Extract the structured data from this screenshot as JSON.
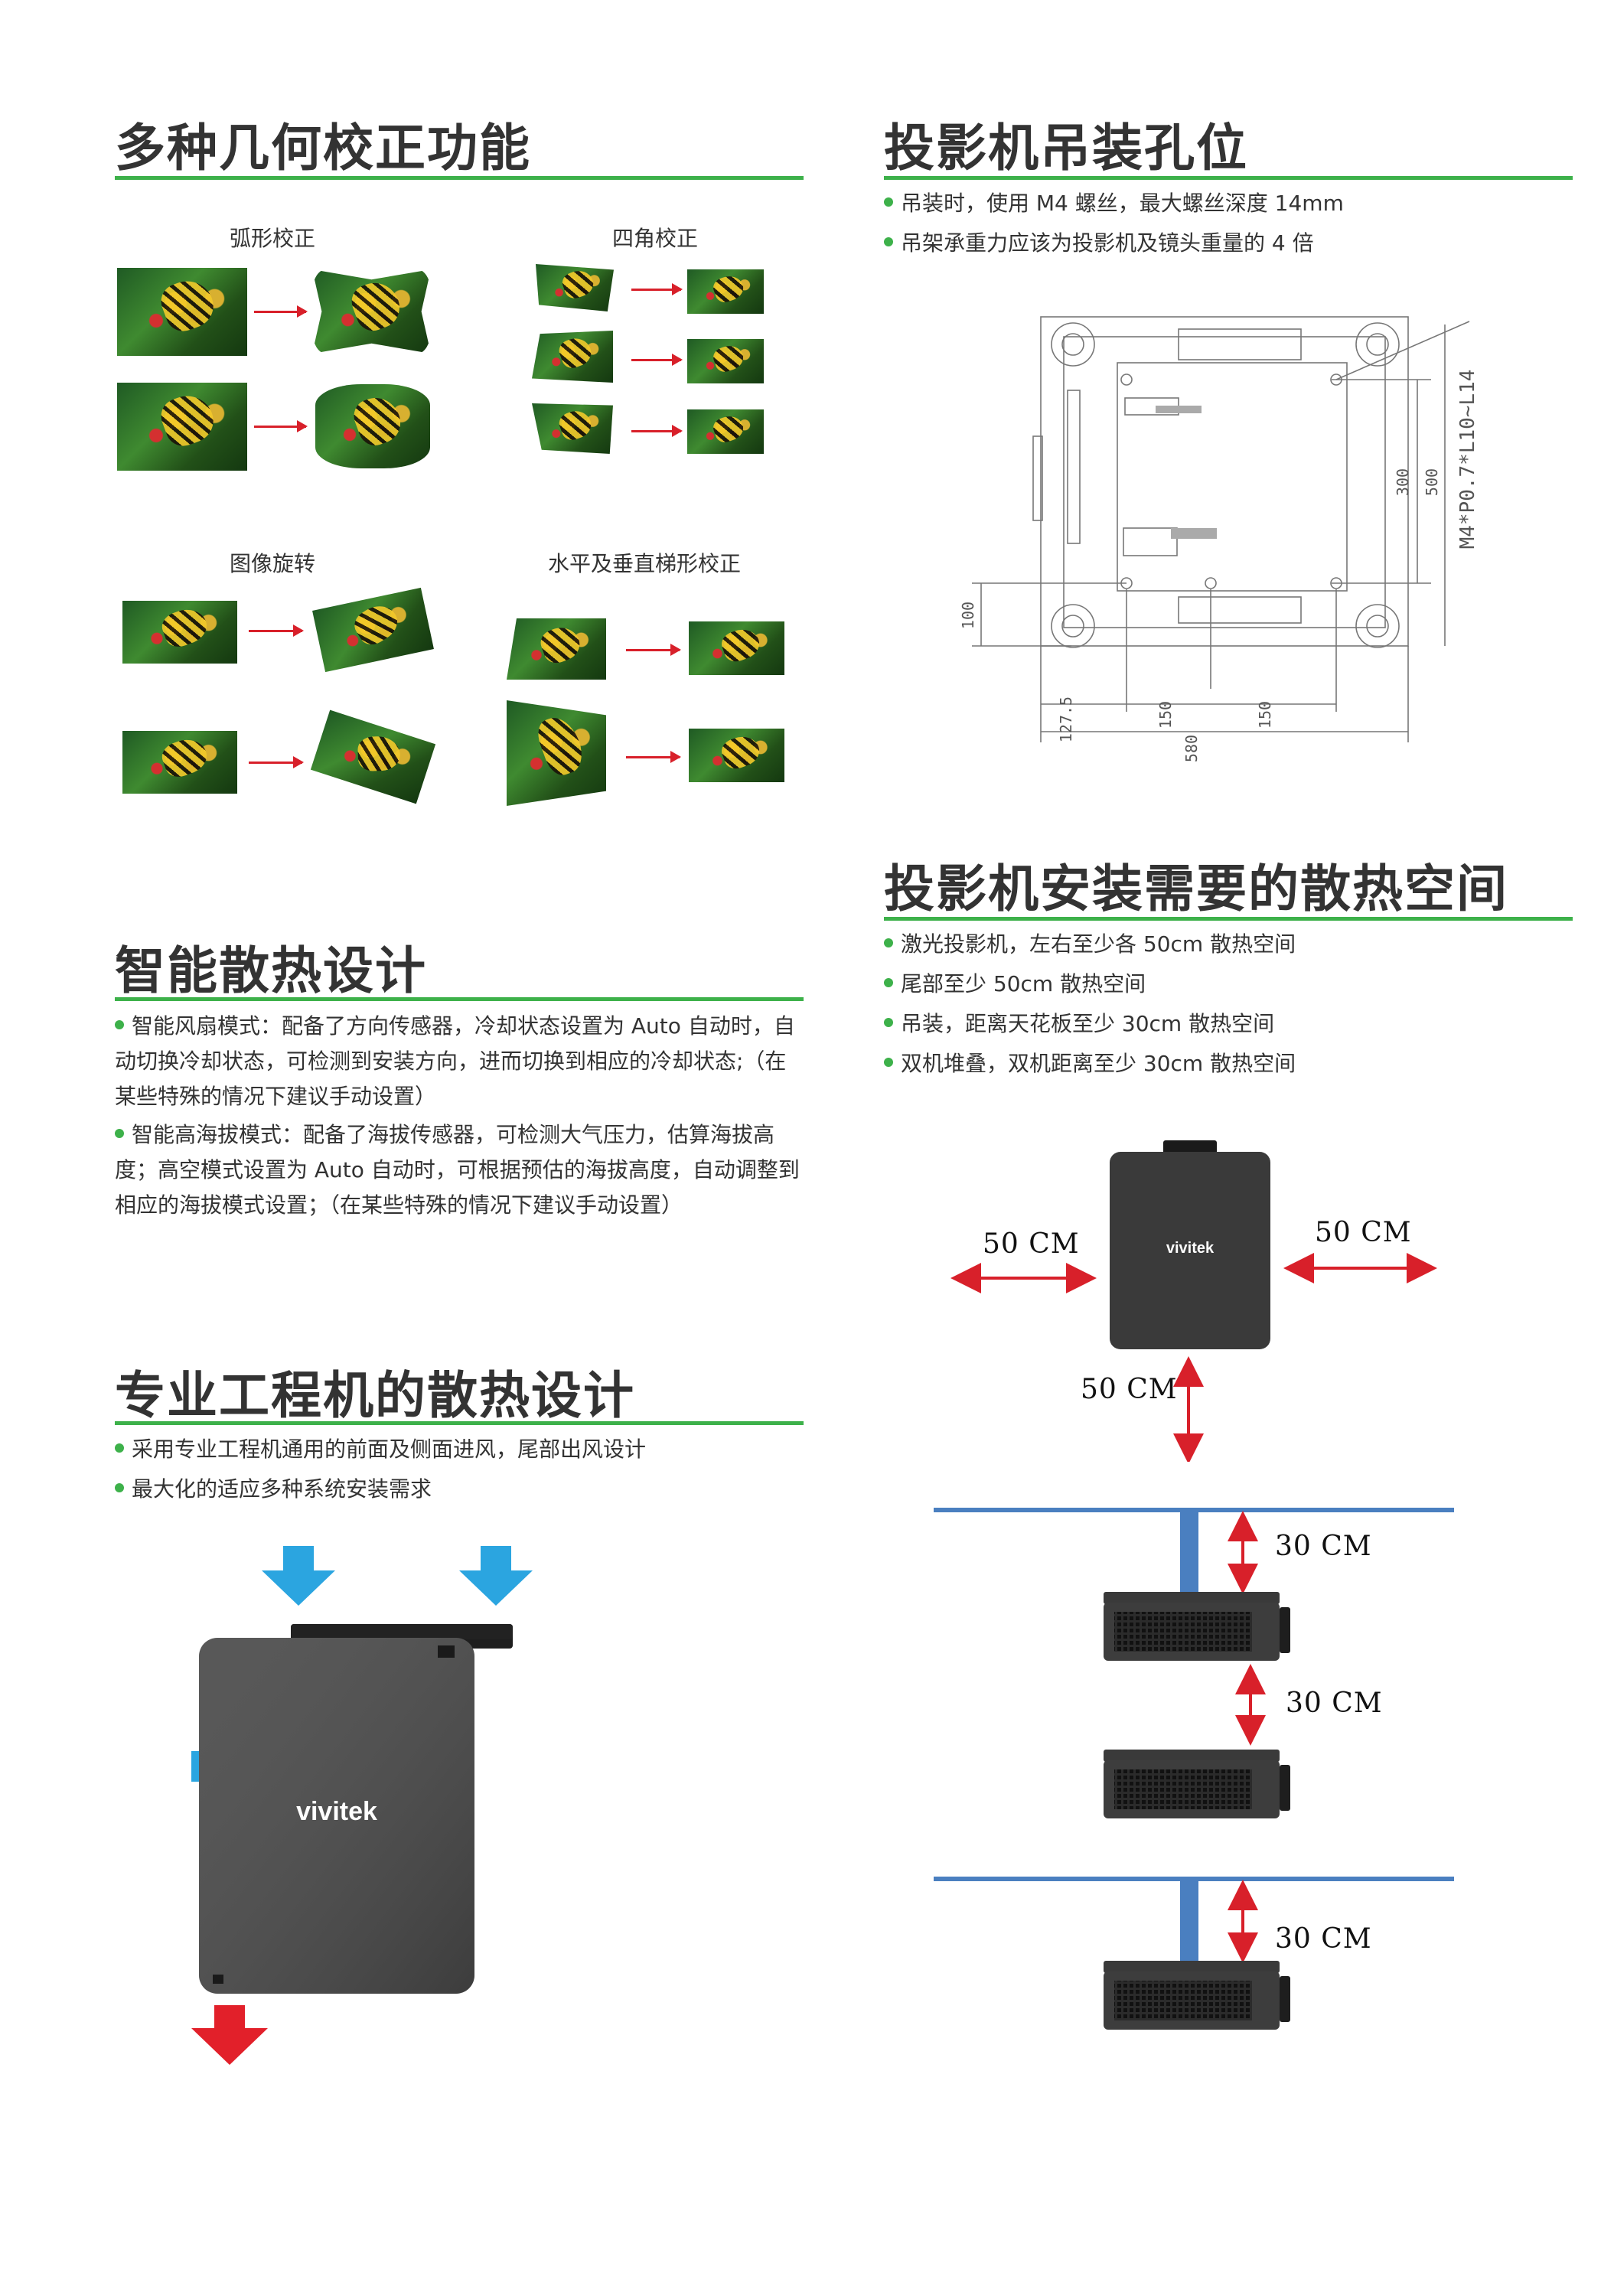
{
  "sections": {
    "geometry": {
      "title": "多种几何校正功能",
      "captions": {
        "arc": "弧形校正",
        "corner": "四角校正",
        "rotate": "图像旋转",
        "keystone": "水平及垂直梯形校正"
      }
    },
    "mount": {
      "title": "投影机吊装孔位",
      "bullets": [
        "吊装时，使用 M4 螺丝，最大螺丝深度 14mm",
        "吊架承重力应该为投影机及镜头重量的 4 倍"
      ],
      "dims": {
        "d300": "300",
        "d500": "500",
        "screw": "M4*P0.7*L10~L14",
        "d100": "100",
        "d127": "127.5",
        "d150a": "150",
        "d150b": "150",
        "d580": "580"
      }
    },
    "smart_cooling": {
      "title": "智能散热设计",
      "para1": "智能风扇模式：配备了方向传感器，冷却状态设置为 Auto 自动时，自动切换冷却状态，可检测到安装方向，进而切换到相应的冷却状态;（在某些特殊的情况下建议手动设置）",
      "para2": "智能高海拔模式：配备了海拔传感器，可检测大气压力，估算海拔高度；高空模式设置为 Auto 自动时，可根据预估的海拔高度，自动调整到相应的海拔模式设置；（在某些特殊的情况下建议手动设置）"
    },
    "pro_cooling": {
      "title": "专业工程机的散热设计",
      "bullets": [
        "采用专业工程机通用的前面及侧面进风，尾部出风设计",
        "最大化的适应多种系统安装需求"
      ],
      "brand": "vivitek"
    },
    "install_space": {
      "title": "投影机安装需要的散热空间",
      "bullets": [
        "激光投影机，左右至少各 50cm 散热空间",
        "尾部至少 50cm 散热空间",
        "吊装，距离天花板至少 30cm 散热空间",
        "双机堆叠，双机距离至少 30cm 散热空间"
      ],
      "labels": {
        "left": "50 CM",
        "right": "50 CM",
        "bottom": "50 CM",
        "ceiling1": "30 CM",
        "stack": "30 CM",
        "ceiling2": "30 CM"
      },
      "brand": "vivitek"
    }
  },
  "colors": {
    "accent_green": "#3db14a",
    "arrow_red": "#d8202a",
    "arrow_blue": "#2ba5e0",
    "pole_blue": "#4a7fc0",
    "projector_gray": "#4a4a4a"
  }
}
